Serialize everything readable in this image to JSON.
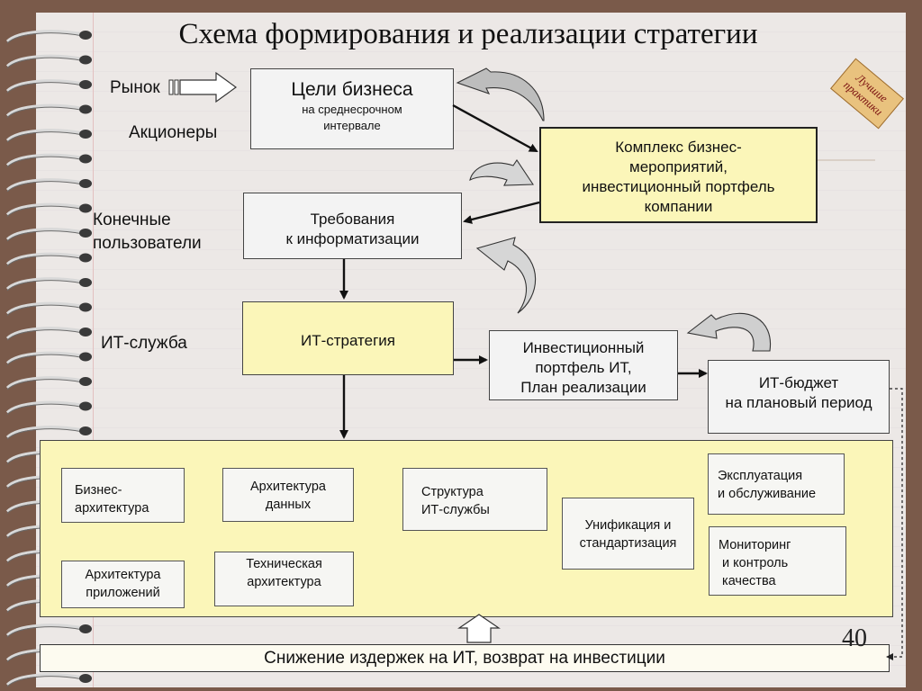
{
  "title": "Схема формирования и реализации стратегии",
  "stamp": "Лучшие практики",
  "page_number": "40",
  "stakeholders": {
    "market": "Рынок",
    "shareholders": "Акционеры",
    "end_users_line1": "Конечные",
    "end_users_line2": "пользователи",
    "it_service": "ИТ-служба"
  },
  "business_goals": {
    "title": "Цели бизнеса",
    "sub1": "на среднесрочном",
    "sub2": "интервале"
  },
  "complex": {
    "l1": "Комплекс бизнес-",
    "l2": "мероприятий,",
    "l3": "инвестиционный портфель",
    "l4": "компании"
  },
  "requirements": {
    "l1": "Требования",
    "l2": "к информатизации"
  },
  "it_strategy": "ИТ-стратегия",
  "it_portfolio": {
    "l1": "Инвестиционный",
    "l2": "портфель ИТ,",
    "l3": "План реализации"
  },
  "it_budget": {
    "l1": "ИТ-бюджет",
    "l2": "на плановый период"
  },
  "components": {
    "business_arch": {
      "l1": "Бизнес-",
      "l2": "архитектура"
    },
    "data_arch": {
      "l1": "Архитектура",
      "l2": "данных"
    },
    "it_structure": {
      "l1": "Структура",
      "l2": "ИТ-службы"
    },
    "exploitation": {
      "l1": "Эксплуатация",
      "l2": "и обслуживание"
    },
    "unification": {
      "l1": "Унификация и",
      "l2": "стандартизация"
    },
    "app_arch": {
      "l1": "Архитектура",
      "l2": "приложений"
    },
    "tech_arch": {
      "l1": "Техническая",
      "l2": "архитектура"
    },
    "monitoring": {
      "l1": "Мониторинг",
      "l2": " и контроль",
      "l3": " качества"
    }
  },
  "bottom_bar": "Снижение издержек на ИТ, возврат на инвестиции",
  "colors": {
    "yellow": "#fbf6b9",
    "paper": "#ece8e6",
    "background": "#7a5a4a"
  }
}
